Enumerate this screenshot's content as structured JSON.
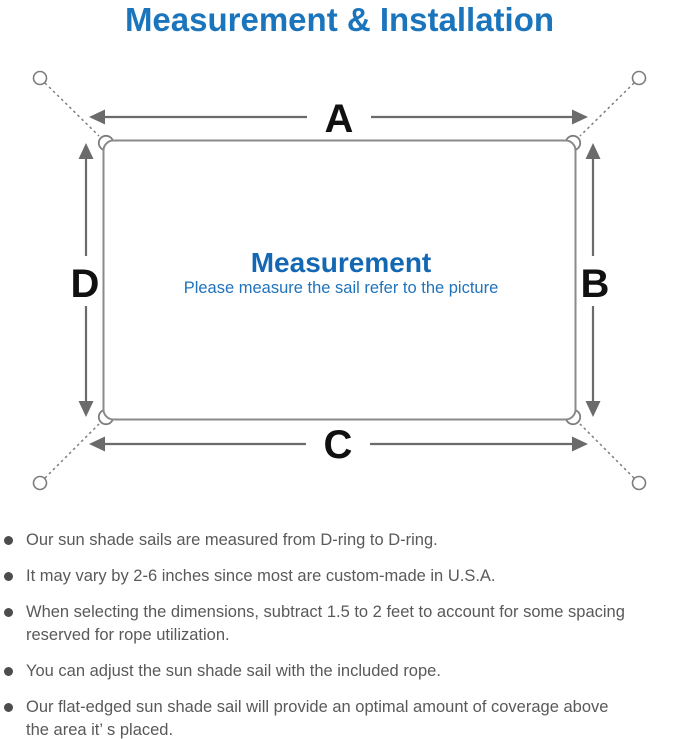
{
  "title": "Measurement & Installation",
  "diagram": {
    "labels": {
      "top": "A",
      "right": "B",
      "bottom": "C",
      "left": "D"
    },
    "center_heading": "Measurement",
    "center_subtitle": "Please measure the sail refer to the picture"
  },
  "colors": {
    "title_blue": "#1b75bc",
    "heading_blue": "#1468b3",
    "subtitle_blue": "#2173bb",
    "outline_gray": "#7d7d7d",
    "arrow_gray": "#6b6b6b",
    "note_text_gray": "#595959"
  },
  "notes": {
    "items": [
      {
        "lines": [
          "Our sun shade sails are measured from D-ring to D-ring."
        ]
      },
      {
        "lines": [
          "It may vary by 2-6 inches since most are custom-made in U.S.A."
        ]
      },
      {
        "lines": [
          "When selecting the dimensions, subtract 1.5 to 2 feet to account for some spacing",
          "reserved for rope utilization."
        ]
      },
      {
        "lines": [
          "You can adjust the sun shade sail with the included rope."
        ]
      },
      {
        "lines": [
          "Our flat-edged sun shade sail will provide an optimal amount of coverage above",
          "the area it’ s placed."
        ]
      }
    ]
  }
}
